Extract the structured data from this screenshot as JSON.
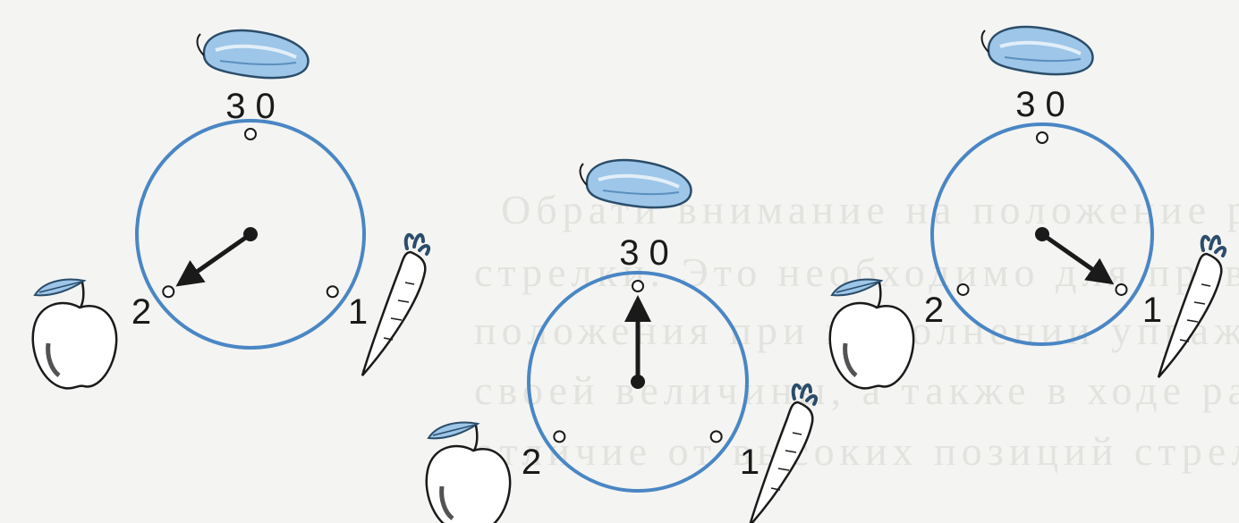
{
  "colors": {
    "dial_stroke": "#4a86c4",
    "cucumber_fill": "#9dc6e8",
    "leaf_fill": "#9dc6e8",
    "hand": "#1a1a1a",
    "background": "#f4f4f2"
  },
  "background_text_lines": [
    "Обрати внимание на положение регулято",
    "стрелки. Это необходимо для правильно",
    "положения при выполнении упражнения",
    "своей величины, а также в ходе работы. В",
    "отличие от высоких позиций стрелки миним"
  ],
  "dials": [
    {
      "positions": [
        {
          "label": "3 0",
          "icon": "cucumber-icon"
        },
        {
          "label": "1",
          "icon": "carrot-icon"
        },
        {
          "label": "2",
          "icon": "apple-icon"
        }
      ],
      "pointer": "2"
    },
    {
      "positions": [
        {
          "label": "3 0",
          "icon": "cucumber-icon"
        },
        {
          "label": "1",
          "icon": "carrot-icon"
        },
        {
          "label": "2",
          "icon": "apple-icon"
        }
      ],
      "pointer": "3 0"
    },
    {
      "positions": [
        {
          "label": "3 0",
          "icon": "cucumber-icon"
        },
        {
          "label": "1",
          "icon": "carrot-icon"
        },
        {
          "label": "2",
          "icon": "apple-icon"
        }
      ],
      "pointer": "1"
    }
  ]
}
